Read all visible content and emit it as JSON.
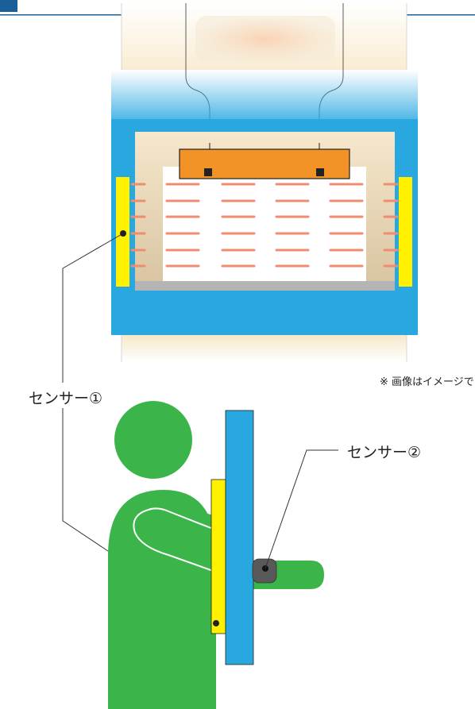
{
  "labels": {
    "sensor1": "センサー①",
    "sensor2": "センサー②",
    "note": "※ 画像はイメージです。"
  },
  "colors": {
    "blue": "#29a8e0",
    "yellow": "#fff100",
    "green": "#3bb54a",
    "orange": "#f39226",
    "heat_line": "#f08c70",
    "rail": "#b5b5b5",
    "cream": "#fbf0d8",
    "header_rule": "#1a5f9a"
  }
}
